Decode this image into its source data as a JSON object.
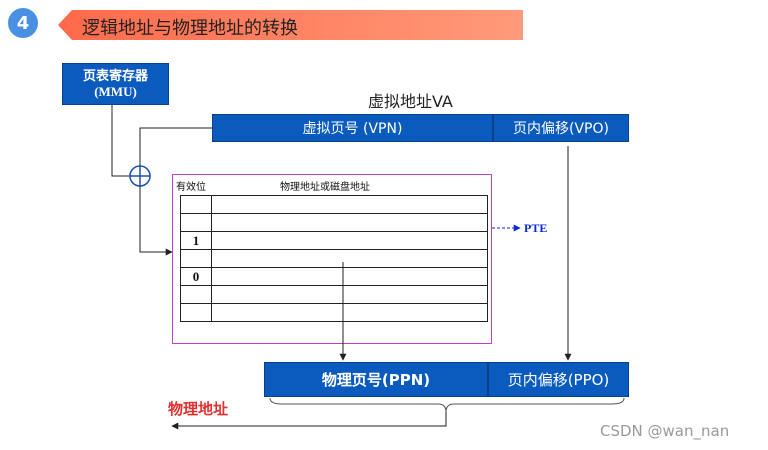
{
  "header": {
    "step_number": "4",
    "title": "逻辑地址与物理地址的转换"
  },
  "mmu": {
    "line1": "页表寄存器",
    "line2": "(MMU)"
  },
  "virtual_address": {
    "title": "虚拟地址VA",
    "vpn_label": "虚拟页号 (VPN)",
    "vpo_label": "页内偏移(VPO)"
  },
  "page_table": {
    "col_valid": "有效位",
    "col_addr": "物理地址或磁盘地址",
    "rows": [
      {
        "valid": ""
      },
      {
        "valid": ""
      },
      {
        "valid": "1"
      },
      {
        "valid": ""
      },
      {
        "valid": "0"
      },
      {
        "valid": ""
      },
      {
        "valid": ""
      }
    ],
    "pte_label": "PTE"
  },
  "physical_address": {
    "ppn_label": "物理页号(PPN)",
    "ppo_label": "页内偏移(PPO)",
    "label": "物理地址"
  },
  "watermark": "CSDN @wan_nan",
  "colors": {
    "box_blue": "#0a5bbd",
    "banner": "#ff6a4a",
    "badge": "#4a90e2",
    "table_border": "#c040c0",
    "pte_text": "#0a2ad8",
    "phys_text": "#e03030"
  }
}
